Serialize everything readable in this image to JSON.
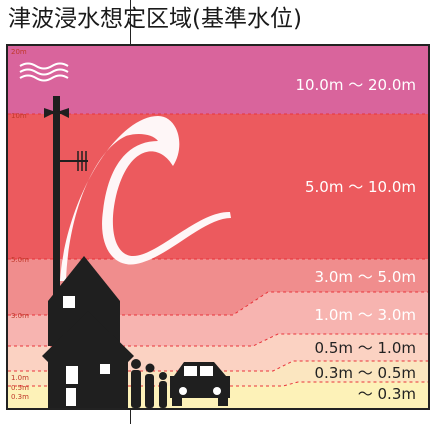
{
  "title": "津波浸水想定区域(基準水位)",
  "axis_labels": [
    "20m",
    "10m",
    "5.0m",
    "3.0m",
    "1.0m",
    "0.5m",
    "0.3m"
  ],
  "bands": [
    {
      "label": "10.0m ～ 20.0m",
      "color": "#d9649c"
    },
    {
      "label": "5.0m ～ 10.0m",
      "color": "#ec5a5e"
    },
    {
      "label": "3.0m ～ 5.0m",
      "color": "#f08d8d"
    },
    {
      "label": "1.0m ～ 3.0m",
      "color": "#f7b4b0"
    },
    {
      "label": "0.5m ～ 1.0m",
      "color": "#fbd2c2"
    },
    {
      "label": "0.3m ～ 0.5m",
      "color": "#fbe6c0"
    },
    {
      "label": "～ 0.3m",
      "color": "#fdf2b8"
    }
  ],
  "colors": {
    "silhouette": "#1f1f1f",
    "threshold_line": "#e8343a",
    "wave": "#ffffff",
    "axis_text": "#c0392b"
  },
  "icons": [
    "tsunami-wave-icon",
    "utility-pole-icon",
    "house-icon",
    "people-icon",
    "car-icon"
  ]
}
